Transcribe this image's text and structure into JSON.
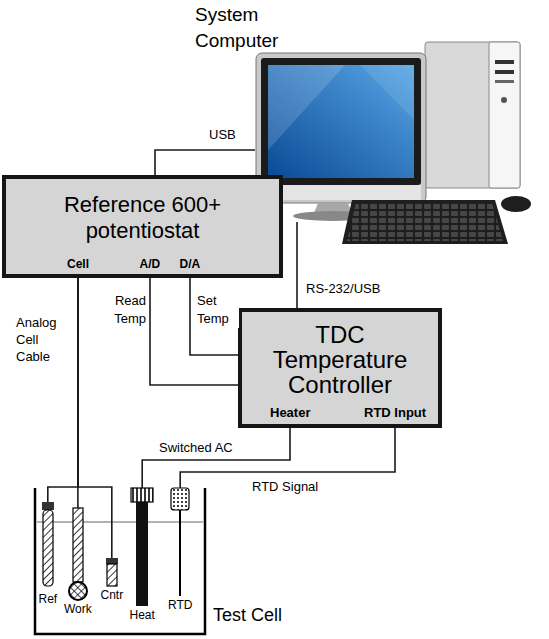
{
  "diagram": {
    "nodes": [
      {
        "text": [
          "System Computer"
        ]
      },
      {
        "text": [
          "Reference 600+ potentiostat",
          "Cell",
          "A/D",
          "D/A"
        ]
      },
      {
        "text": [
          "TDC Temperature Controller",
          "Heater",
          "RTD Input"
        ]
      },
      {
        "text": [
          "Test Cell"
        ]
      },
      {
        "text": [
          "Ref"
        ],
        "in": 3
      },
      {
        "text": [
          "Work"
        ],
        "in": 3
      },
      {
        "text": [
          "Cntr"
        ],
        "in": 3
      },
      {
        "text": [
          "Heat"
        ],
        "in": 3
      },
      {
        "text": [
          "RTD"
        ],
        "in": 3
      }
    ],
    "edges": [
      {
        "from": 0,
        "to": 1,
        "label": "USB",
        "arrow": "none"
      },
      {
        "from": 0,
        "to": 2,
        "label": "RS-232/USB",
        "arrow": "none"
      },
      {
        "from": 1,
        "to": 2,
        "label": "Read Temp",
        "arrow": "none"
      },
      {
        "from": 1,
        "to": 2,
        "label": "Set Temp",
        "arrow": "none"
      },
      {
        "from": 1,
        "to": 4,
        "arrow": "none"
      },
      {
        "from": 1,
        "to": 5,
        "label": "Analog Cell Cable",
        "arrow": "none"
      },
      {
        "from": 1,
        "to": 6,
        "arrow": "none"
      },
      {
        "from": 2,
        "to": 7,
        "label": "Switched AC",
        "arrow": "none"
      },
      {
        "from": 2,
        "to": 8,
        "label": "RTD Signal",
        "arrow": "none"
      }
    ]
  }
}
